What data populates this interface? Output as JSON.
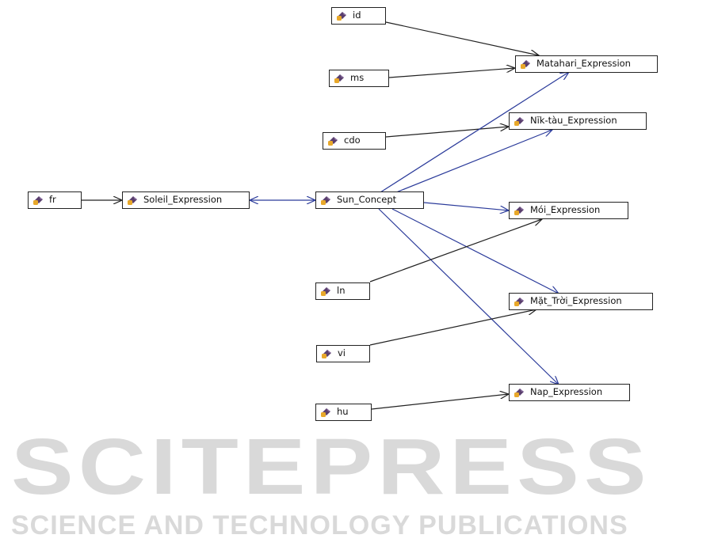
{
  "watermark": {
    "line1": "SCITEPRESS",
    "line2": "SCIENCE AND TECHNOLOGY PUBLICATIONS"
  },
  "nodes": {
    "id": "id",
    "ms": "ms",
    "cdo": "cdo",
    "fr": "fr",
    "soleil": "Soleil_Expression",
    "sun": "Sun_Concept",
    "matahari": "Matahari_Expression",
    "niktau": "Nĭk-tàu_Expression",
    "moi": "Mói_Expression",
    "ln": "ln",
    "mattroi": "Mặt_Trời_Expression",
    "vi": "vi",
    "nap": "Nap_Expression",
    "hu": "hu"
  },
  "edges": [
    {
      "from": "id",
      "to": "Matahari_Expression",
      "color": "#222222"
    },
    {
      "from": "ms",
      "to": "Matahari_Expression",
      "color": "#222222"
    },
    {
      "from": "cdo",
      "to": "Nĭk-tàu_Expression",
      "color": "#222222"
    },
    {
      "from": "fr",
      "to": "Soleil_Expression",
      "color": "#222222"
    },
    {
      "from": "Soleil_Expression",
      "to": "Sun_Concept",
      "color": "#2a3a9a",
      "bidirectional": true
    },
    {
      "from": "Sun_Concept",
      "to": "Matahari_Expression",
      "color": "#2a3a9a"
    },
    {
      "from": "Sun_Concept",
      "to": "Nĭk-tàu_Expression",
      "color": "#2a3a9a"
    },
    {
      "from": "Sun_Concept",
      "to": "Mói_Expression",
      "color": "#2a3a9a"
    },
    {
      "from": "Sun_Concept",
      "to": "Mặt_Trời_Expression",
      "color": "#2a3a9a"
    },
    {
      "from": "Sun_Concept",
      "to": "Nap_Expression",
      "color": "#2a3a9a"
    },
    {
      "from": "ln",
      "to": "Mói_Expression",
      "color": "#222222"
    },
    {
      "from": "vi",
      "to": "Mặt_Trời_Expression",
      "color": "#222222"
    },
    {
      "from": "hu",
      "to": "Nap_Expression",
      "color": "#222222"
    }
  ]
}
